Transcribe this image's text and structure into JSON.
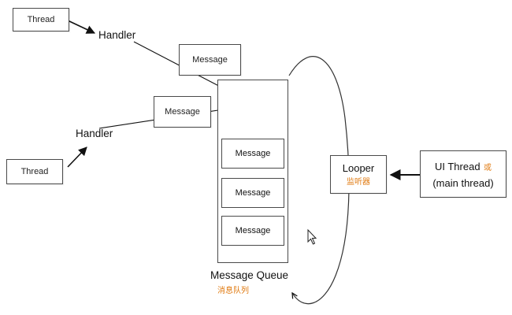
{
  "thread_top": "Thread",
  "thread_bottom": "Thread",
  "handler_top": "Handler",
  "handler_bottom": "Handler",
  "message_top": "Message",
  "message_mid": "Message",
  "queue": {
    "messages": [
      "Message",
      "Message",
      "Message"
    ],
    "title": "Message Queue",
    "subtitle": "消息队列"
  },
  "looper": {
    "title": "Looper",
    "subtitle": "监听器"
  },
  "ui_thread": {
    "line1": "UI Thread",
    "or": "或",
    "line2": "(main thread)"
  },
  "colors": {
    "accent_cn": "#e07a10",
    "stroke": "#4a4a4a"
  }
}
